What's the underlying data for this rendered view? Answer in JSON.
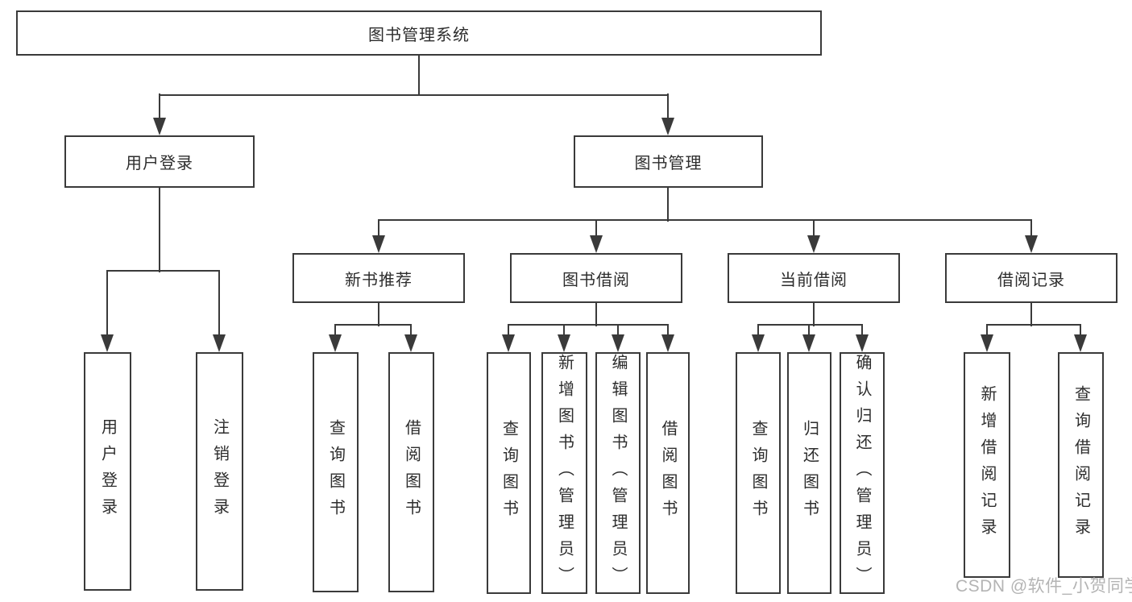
{
  "diagram": {
    "root": {
      "label": "图书管理系统"
    },
    "branches": [
      {
        "label": "用户登录",
        "children": [
          {
            "label": "用户登录"
          },
          {
            "label": "注销登录"
          }
        ]
      },
      {
        "label": "图书管理",
        "children": [
          {
            "label": "新书推荐",
            "children": [
              {
                "label": "查询图书"
              },
              {
                "label": "借阅图书"
              }
            ]
          },
          {
            "label": "图书借阅",
            "children": [
              {
                "label": "查询图书"
              },
              {
                "label": "新增图书（管理员）"
              },
              {
                "label": "编辑图书（管理员）"
              },
              {
                "label": "借阅图书"
              }
            ]
          },
          {
            "label": "当前借阅",
            "children": [
              {
                "label": "查询图书"
              },
              {
                "label": "归还图书"
              },
              {
                "label": "确认归还（管理员）"
              }
            ]
          },
          {
            "label": "借阅记录",
            "children": [
              {
                "label": "新增借阅记录"
              },
              {
                "label": "查询借阅记录"
              }
            ]
          }
        ]
      }
    ],
    "watermark": "CSDN @软件_小贺同学",
    "colors": {
      "line": "#3a3a3a",
      "box_border": "#3a3a3a",
      "box_background": "#ffffff",
      "text": "#2d2d2d",
      "watermark": "#b4b4b4"
    }
  }
}
